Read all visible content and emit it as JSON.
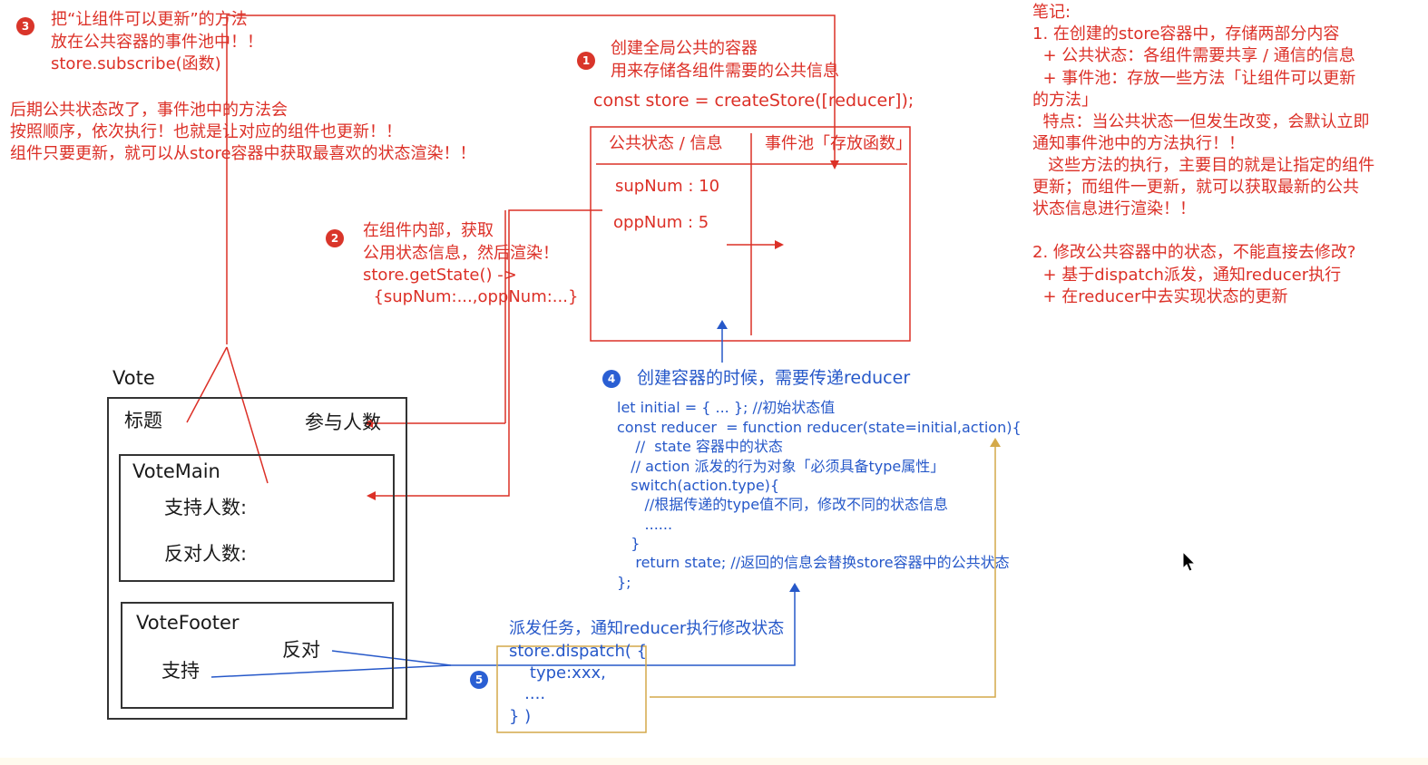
{
  "step3": {
    "badge": "3",
    "lines": [
      "把“让组件可以更新”的方法",
      "放在公共容器的事件池中！！",
      "store.subscribe(函数)"
    ],
    "note_lines": [
      "后期公共状态改了，事件池中的方法会",
      "按照顺序，依次执行！也就是让对应的组件也更新！！",
      "组件只要更新，就可以从store容器中获取最喜欢的状态渲染！！"
    ]
  },
  "step1": {
    "badge": "1",
    "lines": [
      "创建全局公共的容器",
      "用来存储各组件需要的公共信息"
    ],
    "code": "const store = createStore([reducer]);"
  },
  "store_box": {
    "state_header": "公共状态 / 信息",
    "pool_header": "事件池「存放函数」",
    "state_items": [
      "supNum : 10",
      "oppNum : 5"
    ]
  },
  "step2": {
    "badge": "2",
    "lines": [
      "在组件内部，获取",
      "公用状态信息，然后渲染！",
      "store.getState() ->",
      "  {supNum:...,oppNum:...}"
    ]
  },
  "step4": {
    "badge": "4",
    "title": "创建容器的时候，需要传递reducer",
    "code_lines": [
      "let initial = { ... }; //初始状态值",
      "const reducer  = function reducer(state=initial,action){",
      "    //  state 容器中的状态",
      "   // action 派发的行为对象「必须具备type属性」",
      "   switch(action.type){",
      "      //根据传递的type值不同，修改不同的状态信息",
      "      ......",
      "   }",
      "    return state; //返回的信息会替换store容器中的公共状态",
      "};"
    ]
  },
  "step5": {
    "badge": "5",
    "title": "派发任务，通知reducer执行修改状态",
    "code_lines": [
      "store.dispatch( {",
      "    type:xxx,",
      "   ....",
      "} )"
    ]
  },
  "vote": {
    "label": "Vote",
    "title": "标题",
    "participants": "参与人数",
    "main": {
      "label": "VoteMain",
      "support": "支持人数:",
      "oppose": "反对人数:"
    },
    "footer": {
      "label": "VoteFooter",
      "oppose_button": "反对",
      "support_button": "支持"
    }
  },
  "notes": {
    "heading": "笔记:",
    "lines": [
      "1. 在创建的store容器中，存储两部分内容",
      "  + 公共状态：各组件需要共享 / 通信的信息",
      "  + 事件池：存放一些方法「让组件可以更新",
      "的方法」",
      "  特点：当公共状态一但发生改变，会默认立即",
      "通知事件池中的方法执行！！",
      "   这些方法的执行，主要目的就是让指定的组件",
      "更新；而组件一更新，就可以获取最新的公共",
      "状态信息进行渲染！！",
      "",
      "2. 修改公共容器中的状态，不能直接去修改?",
      "  + 基于dispatch派发，通知reducer执行",
      "  + 在reducer中去实现状态的更新"
    ]
  },
  "colors": {
    "red": "#dc3027",
    "blue": "#2658c9",
    "gold": "#d4a94a",
    "black": "#1a1a1a"
  }
}
